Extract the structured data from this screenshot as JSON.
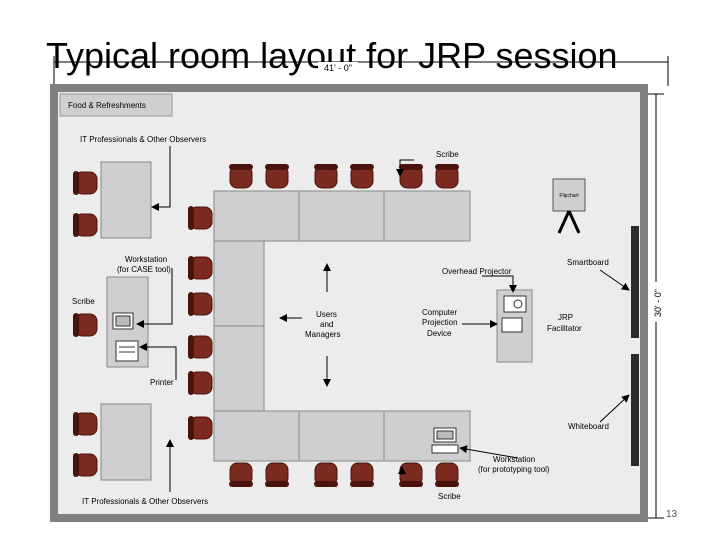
{
  "slide": {
    "title": "Typical room layout for JRP session",
    "page_number": "13"
  },
  "plan": {
    "dimension_width": "41' - 0\"",
    "dimension_height": "30' - 0\"",
    "labels": {
      "food": "Food & Refreshments",
      "it_top": "IT Professionals & Other Observers",
      "it_bottom": "IT Professionals & Other Observers",
      "scribe_top": "Scribe",
      "scribe_left": "Scribe",
      "scribe_bottom": "Scribe",
      "workstation_case_1": "Workstation",
      "workstation_case_2": "(for CASE tool)",
      "printer": "Printer",
      "users_1": "Users",
      "users_2": "and",
      "users_3": "Managers",
      "overhead": "Overhead Projector",
      "projection_1": "Computer",
      "projection_2": "Projection",
      "projection_3": "Device",
      "jrp_1": "JRP",
      "jrp_2": "Facilitator",
      "flipchart": "Flipchart",
      "smartboard": "Smartboard",
      "whiteboard": "Whiteboard",
      "workstation_proto_1": "Workstation",
      "workstation_proto_2": "(for prototyping tool)"
    }
  },
  "colors": {
    "chair": "#7a2a1e",
    "chair_dark": "#4a140c",
    "table": "#cfcfcf",
    "wall": "#808080",
    "board": "#2b2b2b"
  }
}
